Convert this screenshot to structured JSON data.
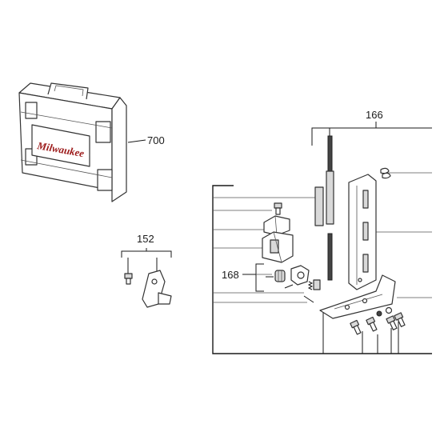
{
  "diagram": {
    "brand_mark": "Milwaukee",
    "callouts": {
      "case": "700",
      "bracket": "152",
      "mount_assembly": "166",
      "clamp_assembly": "168"
    }
  }
}
